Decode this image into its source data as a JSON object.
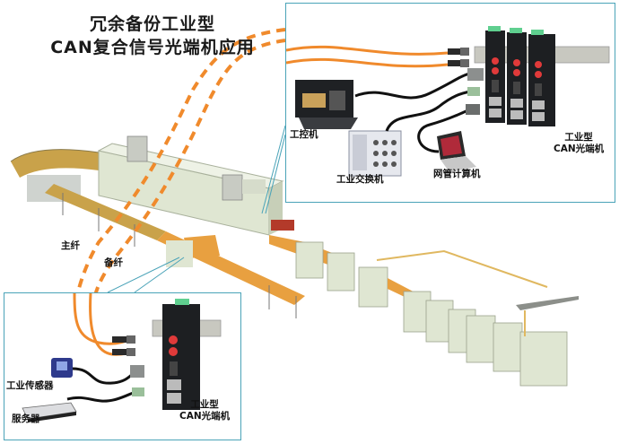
{
  "title": {
    "line1": "冗余备份工业型",
    "line2": "CAN复合信号光端机应用"
  },
  "fiber_labels": {
    "main": "主纤",
    "backup": "备纤"
  },
  "top_panel": {
    "devices": {
      "ipc": "工控机",
      "switch": "工业交换机",
      "nms_pc": "网管计算机",
      "converter_line1": "工业型",
      "converter_line2": "CAN光端机"
    }
  },
  "bottom_panel": {
    "devices": {
      "sensor": "工业传感器",
      "server": "服务器",
      "converter_line1": "工业型",
      "converter_line2": "CAN光端机"
    }
  },
  "colors": {
    "fiber": "#f08a2c",
    "callout_border": "#4aa3b8",
    "machine_body": "#dfe6d2",
    "conveyor": "#e8a040",
    "device_black": "#1d1f22",
    "fiber_port": "#e03a3a",
    "terminal_green": "#5fcf8f"
  }
}
